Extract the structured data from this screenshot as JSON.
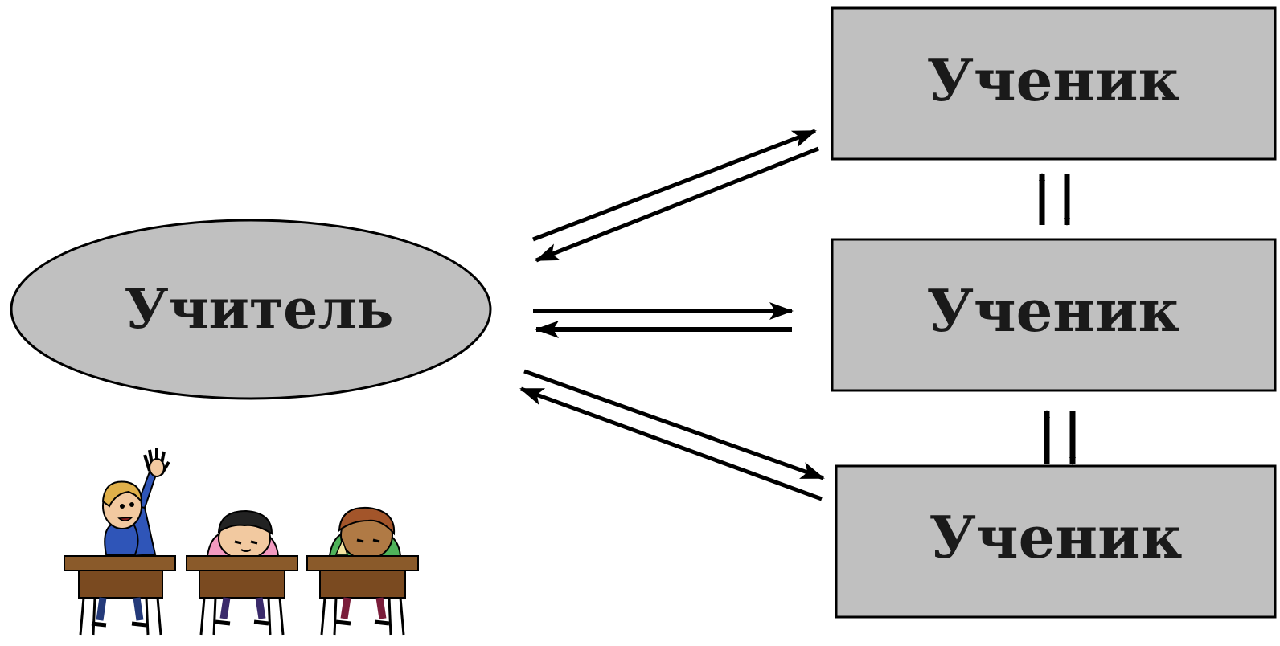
{
  "diagram": {
    "teacher": {
      "label": "Учитель"
    },
    "students": [
      {
        "label": "Ученик"
      },
      {
        "label": "Ученик"
      },
      {
        "label": "Ученик"
      }
    ],
    "illustration": {
      "icon": "classroom-pupils-at-desks"
    },
    "colors": {
      "node_fill": "#c0c0c0",
      "node_stroke": "#000000",
      "arrow": "#000000",
      "background": "#ffffff"
    }
  }
}
